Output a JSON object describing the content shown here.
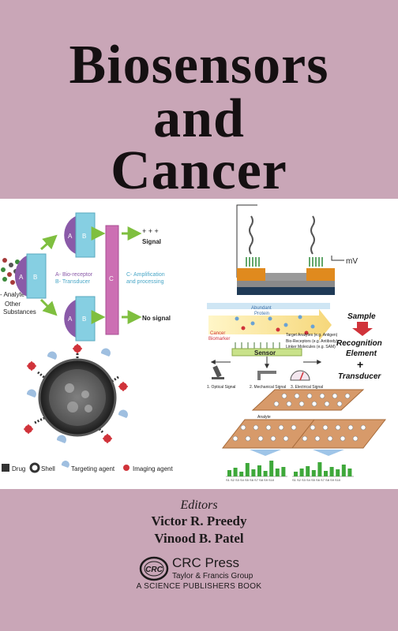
{
  "title": {
    "line1": "Biosensors",
    "line2": "and",
    "line3": "Cancer"
  },
  "figure_left": {
    "analyte": "- Analyte",
    "other_1": "Other",
    "other_2": "Substances",
    "box_a": "A",
    "box_b": "B",
    "box_c": "C",
    "legend_a": "A- Bio-receptor",
    "legend_b": "B- Transducer",
    "legend_c1": "C- Amplification",
    "legend_c2": "and processing",
    "signal_marks": "+ + +",
    "signal": "Signal",
    "no_signal": "No signal",
    "legend_drug": "Drug",
    "legend_shell": "Shell",
    "legend_targeting": "Targeting agent",
    "legend_imaging": "Imaging agent"
  },
  "figure_right": {
    "mv": "mV",
    "abundant_protein_1": "Abundant",
    "abundant_protein_2": "Protein",
    "cancer_biomarker_1": "Cancer",
    "cancer_biomarker_2": "Biomarker",
    "target_analytes": "Target Analytes (e.g. Antigen)",
    "bio_receptors": "Bio-Receptors (e.g. Antibody)",
    "linker_molecules": "Linker Molecules (e.g. SAM)",
    "sensor": "Sensor",
    "optical": "1. Optical Signal",
    "mechanical": "2. Mechanical Signal",
    "electrical": "3. Electrical Signal",
    "sample": "Sample",
    "recognition": "Recognition",
    "element": "Element",
    "plus": "+",
    "transducer": "Transducer",
    "analyte": "Analyte",
    "bar_axis": "S1 S2 S3 S4 S5 S6 S7 S8 S9 S10",
    "bars_left": [
      0.4,
      0.55,
      0.3,
      0.85,
      0.45,
      0.7,
      0.35,
      1.0,
      0.5,
      0.6
    ],
    "bars_right": [
      0.3,
      0.5,
      0.65,
      0.4,
      0.9,
      0.35,
      0.6,
      0.45,
      0.75,
      0.5
    ]
  },
  "editors": {
    "label": "Editors",
    "name1": "Victor R. Preedy",
    "name2": "Vinood B. Patel"
  },
  "publisher": {
    "logo_text": "CRC",
    "name": "CRC Press",
    "group": "Taylor & Francis Group",
    "imprint": "A SCIENCE PUBLISHERS BOOK"
  },
  "colors": {
    "background": "#c9a6b7",
    "bioreceptor": "#8a5aa8",
    "transducer": "#86cfe2",
    "amplifier": "#cc6fb3",
    "arrow": "#7fbf3f",
    "bars": "#3ea83a"
  }
}
